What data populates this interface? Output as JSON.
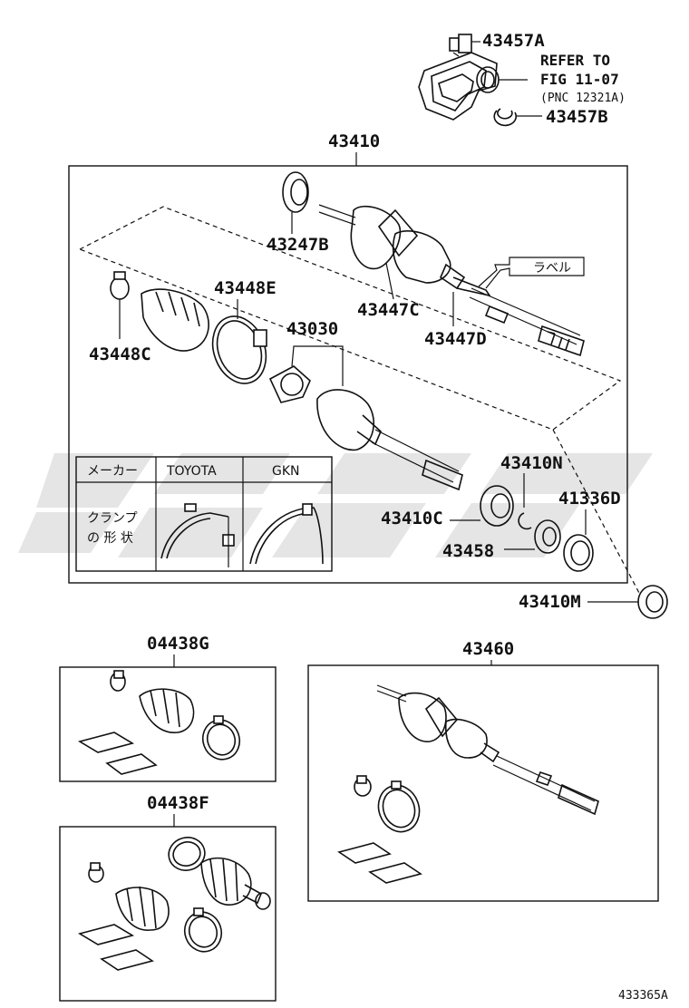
{
  "watermark": {
    "color": "#d0d0d0"
  },
  "parts": {
    "p43457A": "43457A",
    "refer_line1": "REFER TO",
    "refer_line2": "FIG 11-07",
    "refer_line3": "(PNC 12321A)",
    "p43457B": "43457B",
    "p43410": "43410",
    "p43247B": "43247B",
    "label_jp": "ラベル",
    "p43447C": "43447C",
    "p43447D": "43447D",
    "p43448E": "43448E",
    "p43448C": "43448C",
    "p43030": "43030",
    "p43410N": "43410N",
    "p41336D": "41336D",
    "p43410C": "43410C",
    "p43458": "43458",
    "p43410M": "43410M",
    "p04438G": "04438G",
    "p43460": "43460",
    "p04438F": "04438F",
    "figure_id": "433365A"
  },
  "table": {
    "col_maker": "メーカー",
    "col_toyota": "TOYOTA",
    "col_gkn": "GKN",
    "row_clamp_line1": "クランプ",
    "row_clamp_line2": "の 形 状"
  }
}
